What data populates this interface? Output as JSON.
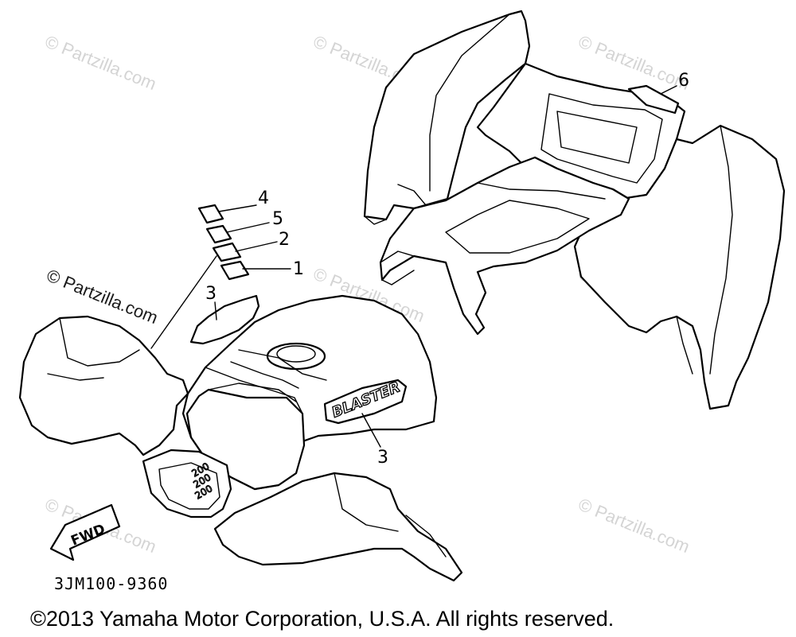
{
  "watermark_text": "© Partzilla.com",
  "callouts": {
    "c4": "4",
    "c5": "5",
    "c2": "2",
    "c1": "1",
    "c3a": "3",
    "c3b": "3",
    "c6": "6"
  },
  "fwd_label": "FWD",
  "decal_text": "BLASTER",
  "diagram_code": "3JM100-9360",
  "copyright": "©2013 Yamaha Motor Corporation, U.S.A. All rights reserved."
}
